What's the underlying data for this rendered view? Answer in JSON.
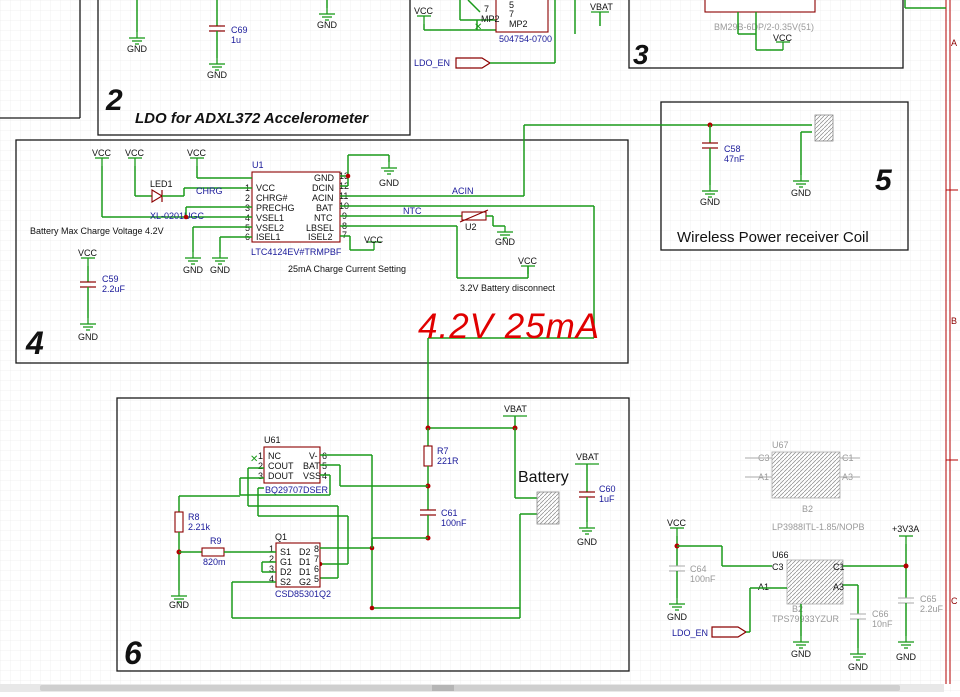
{
  "sections": {
    "s2_number": "2",
    "s2_title": "LDO for ADXL372 Accelerometer",
    "s3_number": "3",
    "s4_number": "4",
    "s5_number": "5",
    "s5_title": "Wireless Power receiver Coil",
    "s6_number": "6"
  },
  "labels": {
    "gnd": "GND",
    "vcc": "VCC",
    "vbat": "VBAT",
    "v3v3a": "+3V3A",
    "ldo_en": "LDO_EN"
  },
  "top": {
    "c69_ref": "C69",
    "c69_val": "1u",
    "conn_ref": "504754-0700",
    "conn_pin7": "7",
    "conn_pin5": "5",
    "conn_mp2_a": "MP2",
    "conn_mp2_b": "MP2",
    "bm_ref": "BM29B-6DP/2-0.35V(51)"
  },
  "charger": {
    "u1_label": "U1",
    "u1_part": "LTC4124EV#TRMPBF",
    "pins_left": [
      "VCC",
      "CHRG#",
      "PRECHG",
      "VSEL1",
      "VSEL2",
      "ISEL1"
    ],
    "pins_left_num": [
      "1",
      "2",
      "3",
      "4",
      "5",
      "6"
    ],
    "pins_right": [
      "GND",
      "DCIN",
      "ACIN",
      "BAT",
      "NTC",
      "LBSEL",
      "ISEL2"
    ],
    "pins_right_num": [
      "13",
      "12",
      "11",
      "10",
      "9",
      "8",
      "7"
    ],
    "led_ref": "LED1",
    "led_part": "XL-0201UGC",
    "chrg_net": "CHRG",
    "acin_net": "ACIN",
    "ntc_net": "NTC",
    "u2_ref": "U2",
    "note_vmax": "Battery Max Charge Voltage 4.2V",
    "note_current": "25mA Charge Current Setting",
    "note_disconnect": "3.2V Battery disconnect",
    "c59_ref": "C59",
    "c59_val": "2.2uF",
    "handwritten": "4.2V 25mA"
  },
  "coil": {
    "c58_ref": "C58",
    "c58_val": "47nF"
  },
  "protection": {
    "u61_ref": "U61",
    "u61_part": "BQ29707DSER",
    "u61_left": [
      "NC",
      "COUT",
      "DOUT"
    ],
    "u61_left_num": [
      "1",
      "2",
      "3"
    ],
    "u61_right": [
      "V-",
      "BAT",
      "VSS"
    ],
    "u61_right_num": [
      "6",
      "5",
      "4"
    ],
    "q1_ref": "Q1",
    "q1_part": "CSD85301Q2",
    "q1_left": [
      "S1",
      "G1",
      "D2",
      "S2"
    ],
    "q1_left_num": [
      "1",
      "2",
      "3",
      "4"
    ],
    "q1_right": [
      "D2",
      "D1",
      "D1",
      "G2"
    ],
    "q1_right_num": [
      "8",
      "7",
      "6",
      "5"
    ],
    "r7_ref": "R7",
    "r7_val": "221R",
    "r8_ref": "R8",
    "r8_val": "2.21k",
    "r9_ref": "R9",
    "r9_val": "820m",
    "c61_ref": "C61",
    "c61_val": "100nF",
    "c60_ref": "C60",
    "c60_val": "1uF",
    "battery": "Battery"
  },
  "ldo": {
    "u67_ref": "U67",
    "u67_part": "LP3988ITL-1.85/NOPB",
    "u66_ref": "U66",
    "u66_part": "TPS79933YZUR",
    "c64_ref": "C64",
    "c64_val": "100nF",
    "c66_ref": "C66",
    "c66_val": "10nF",
    "c65_ref": "C65",
    "c65_val": "2.2uF",
    "pin_c3": "C3",
    "pin_c1": "C1",
    "pin_a1": "A1",
    "pin_a3": "A3",
    "pin_b2": "B2"
  },
  "border": {
    "zone_a": "A",
    "zone_b": "B",
    "zone_c": "C"
  }
}
